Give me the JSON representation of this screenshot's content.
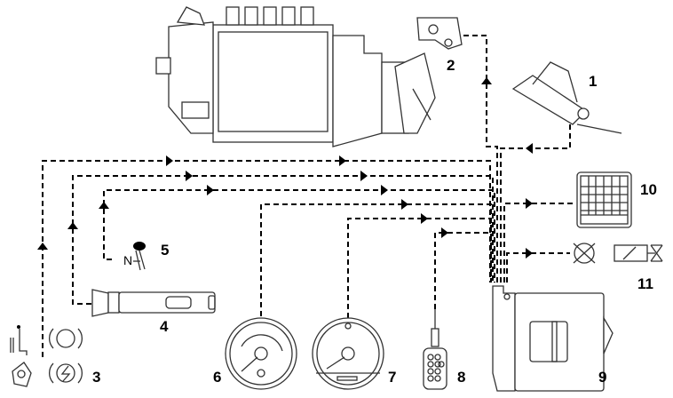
{
  "labels": {
    "l1": "1",
    "l2": "2",
    "l3": "3",
    "l4": "4",
    "l5": "5",
    "l6": "6",
    "l7": "7",
    "l8": "8",
    "l9": "9",
    "l10": "10",
    "l11": "11",
    "neutral": "N"
  }
}
